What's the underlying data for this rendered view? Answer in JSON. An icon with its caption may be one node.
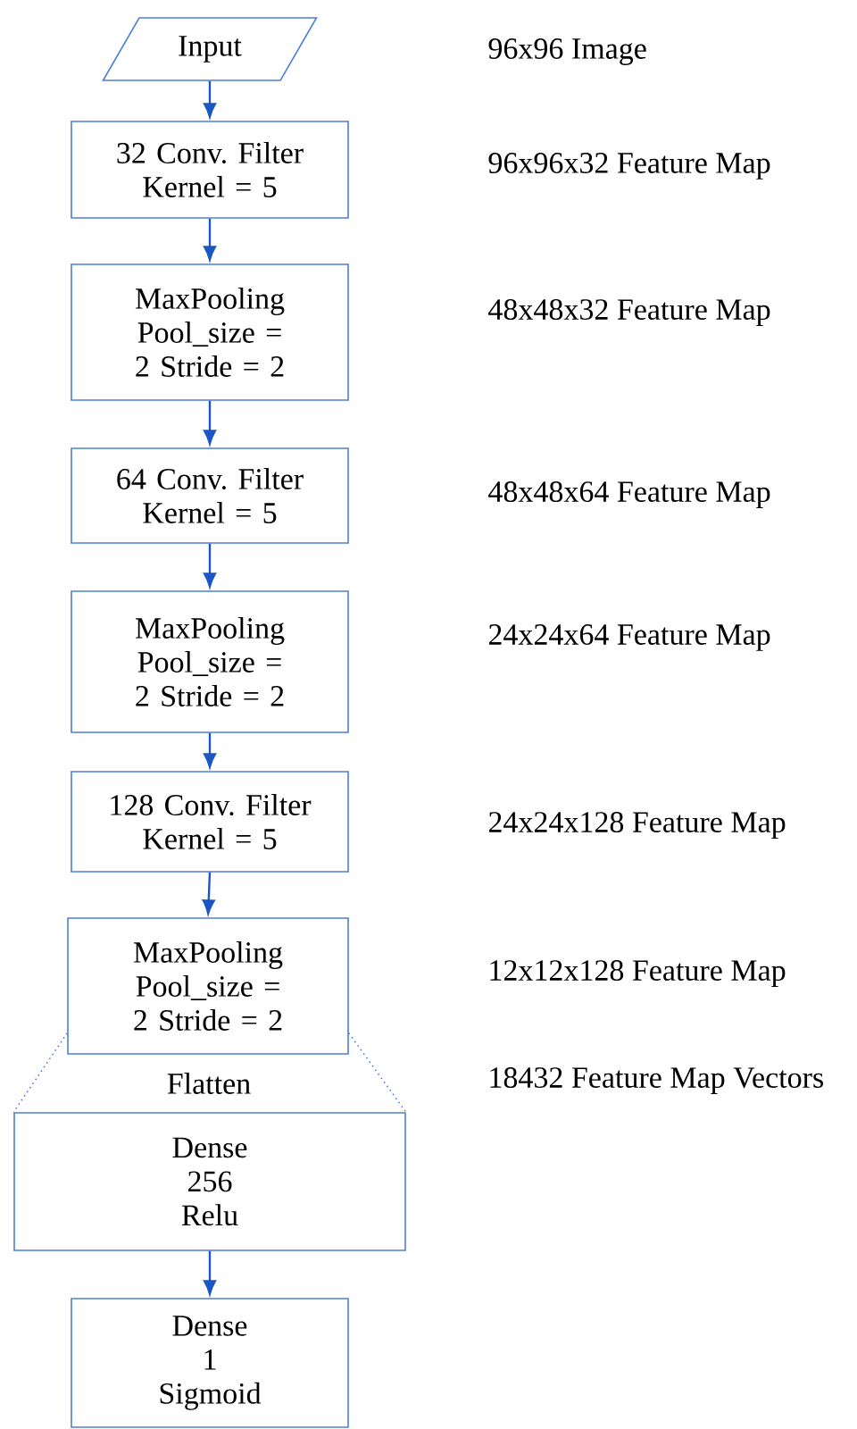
{
  "diagram": {
    "nodes": [
      {
        "text": [
          "Input"
        ]
      },
      {
        "text": [
          "32 Conv. Filter Kernel = 5"
        ]
      },
      {
        "text": [
          "MaxPooling Pool_size = 2 Stride = 2"
        ]
      },
      {
        "text": [
          "64 Conv. Filter Kernel = 5"
        ]
      },
      {
        "text": [
          "MaxPooling Pool_size = 2 Stride = 2"
        ]
      },
      {
        "text": [
          "128 Conv. Filter Kernel = 5"
        ]
      },
      {
        "text": [
          "MaxPooling Pool_size = 2 Stride = 2"
        ]
      },
      {
        "text": [
          "Dense 256 Relu"
        ]
      },
      {
        "text": [
          "Dense 1 Sigmoid"
        ]
      }
    ],
    "edges": [
      {
        "from": 0,
        "to": 1,
        "arrow": "to"
      },
      {
        "from": 1,
        "to": 2,
        "arrow": "to"
      },
      {
        "from": 2,
        "to": 3,
        "arrow": "to"
      },
      {
        "from": 3,
        "to": 4,
        "arrow": "to"
      },
      {
        "from": 4,
        "to": 5,
        "arrow": "to"
      },
      {
        "from": 5,
        "to": 6,
        "arrow": "to"
      },
      {
        "from": 6,
        "to": 7,
        "arrow": "none",
        "label": "Flatten",
        "style": "dashed"
      },
      {
        "from": 7,
        "to": 8,
        "arrow": "to"
      }
    ],
    "labels": [
      "96x96 Image",
      "96x96x32 Feature Map",
      "48x48x32 Feature Map",
      "48x48x64 Feature Map",
      "24x24x64 Feature Map",
      "24x24x128 Feature Map",
      "12x12x128 Feature Map",
      "18432 Feature Map Vectors"
    ]
  }
}
